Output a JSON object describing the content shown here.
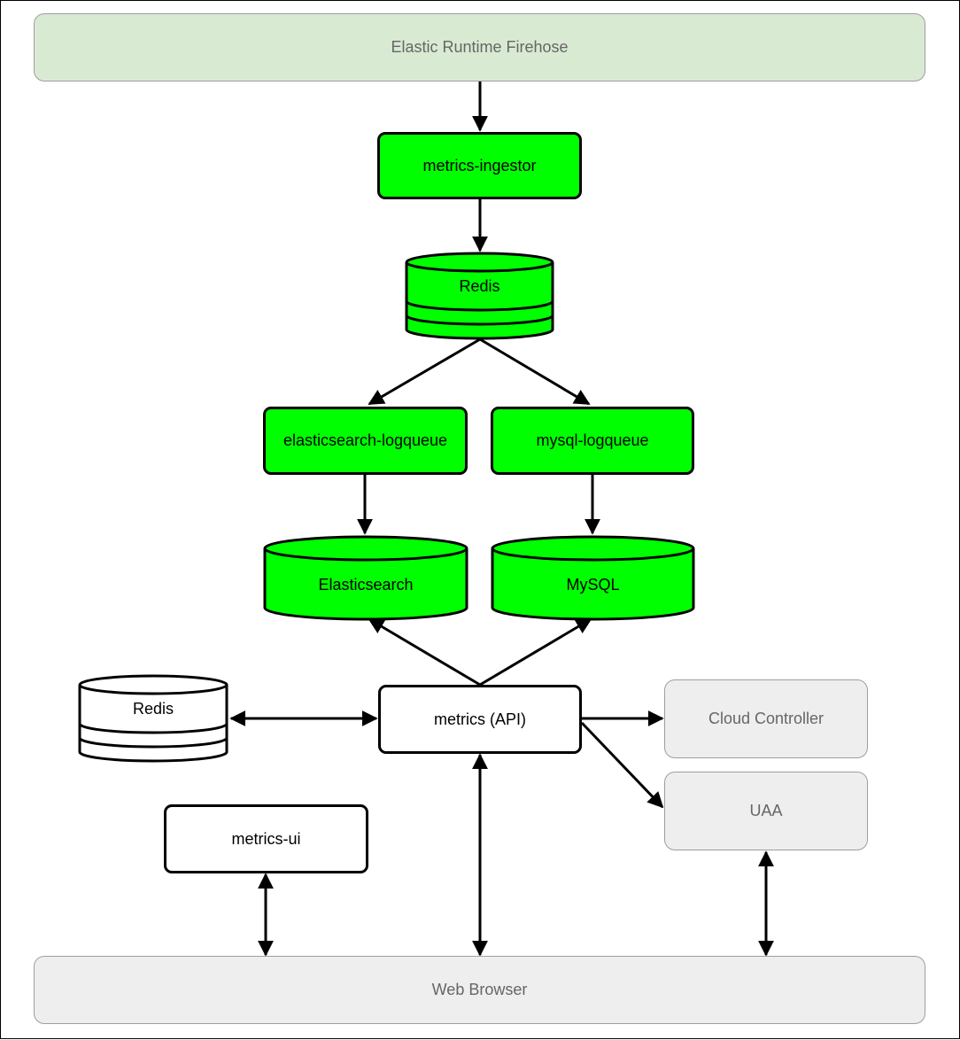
{
  "colors": {
    "component": "#00ff00",
    "stroke": "#000000",
    "external": "#eeeeee",
    "external_text": "#666666",
    "firehose": "#d9ead3"
  },
  "nodes": {
    "firehose": "Elastic Runtime Firehose",
    "ingestor": "metrics-ingestor",
    "redis_main": "Redis",
    "es_logqueue": "elasticsearch-logqueue",
    "mysql_logqueue": "mysql-logqueue",
    "elasticsearch": "Elasticsearch",
    "mysql": "MySQL",
    "redis_api": "Redis",
    "api": "metrics (API)",
    "cloud_controller": "Cloud Controller",
    "uaa": "UAA",
    "ui": "metrics-ui",
    "browser": "Web Browser"
  },
  "edges": [
    {
      "from": "Elastic Runtime Firehose",
      "to": "metrics-ingestor",
      "direction": "one-way"
    },
    {
      "from": "metrics-ingestor",
      "to": "Redis",
      "direction": "one-way"
    },
    {
      "from": "Redis",
      "to": "elasticsearch-logqueue",
      "direction": "one-way"
    },
    {
      "from": "Redis",
      "to": "mysql-logqueue",
      "direction": "one-way"
    },
    {
      "from": "elasticsearch-logqueue",
      "to": "Elasticsearch",
      "direction": "one-way"
    },
    {
      "from": "mysql-logqueue",
      "to": "MySQL",
      "direction": "one-way"
    },
    {
      "from": "metrics (API)",
      "to": "Elasticsearch",
      "direction": "one-way"
    },
    {
      "from": "metrics (API)",
      "to": "MySQL",
      "direction": "one-way"
    },
    {
      "from": "Redis",
      "to": "metrics (API)",
      "direction": "two-way"
    },
    {
      "from": "metrics (API)",
      "to": "Cloud Controller",
      "direction": "one-way"
    },
    {
      "from": "metrics (API)",
      "to": "UAA",
      "direction": "one-way"
    },
    {
      "from": "metrics (API)",
      "to": "Web Browser",
      "direction": "two-way"
    },
    {
      "from": "metrics-ui",
      "to": "Web Browser",
      "direction": "two-way"
    },
    {
      "from": "UAA",
      "to": "Web Browser",
      "direction": "two-way"
    }
  ]
}
